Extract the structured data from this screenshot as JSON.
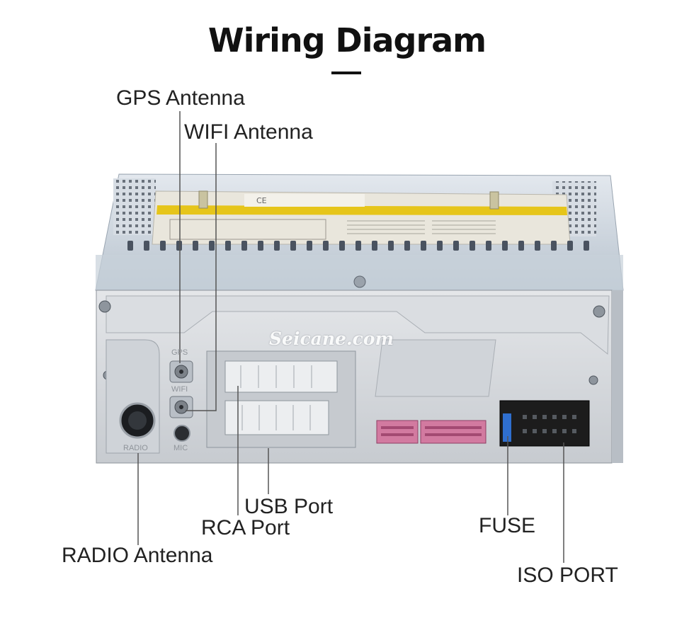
{
  "title": "Wiring Diagram",
  "watermark": "Seicane.com",
  "labels": {
    "gps_antenna": "GPS Antenna",
    "wifi_antenna": "WIFI Antenna",
    "usb_port": "USB Port",
    "rca_port": "RCA Port",
    "radio_antenna": "RADIO Antenna",
    "fuse": "FUSE",
    "iso_port": "ISO PORT"
  },
  "panel_markings": {
    "gps": "GPS",
    "wifi": "WIFI",
    "radio": "RADIO",
    "mic": "MIC",
    "ce": "CE"
  },
  "colors": {
    "housing": "#c9d2db",
    "faceplate": "#d3d6da",
    "label_sticker": "#e9e6dc",
    "warning_strip": "#e6c51a",
    "pink_connector": "#d27aa0",
    "iso_connector": "#1c1c1c",
    "fuse": "#2f6fcf",
    "lead_line": "#555555"
  }
}
